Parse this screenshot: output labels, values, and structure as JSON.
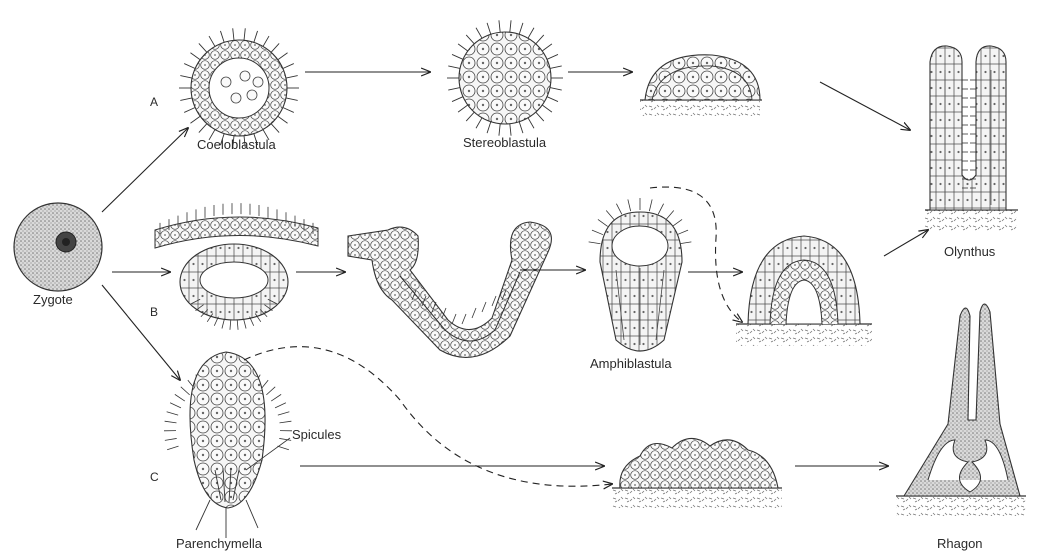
{
  "diagram": {
    "row_markers": [
      "A",
      "B",
      "C"
    ],
    "stages": {
      "zygote": "Zygote",
      "coeloblastula": "Coeloblastula",
      "stereoblastula": "Stereoblastula",
      "olynthus": "Olynthus",
      "amphiblastula": "Amphiblastula",
      "parenchymella": "Parenchymella",
      "spicules": "Spicules",
      "rhagon": "Rhagon"
    },
    "colors": {
      "line": "#222222",
      "cell_fill": "#f4f4f4",
      "stipple": "#9a9a9a",
      "tissue_dark": "#7a7a7a"
    }
  }
}
